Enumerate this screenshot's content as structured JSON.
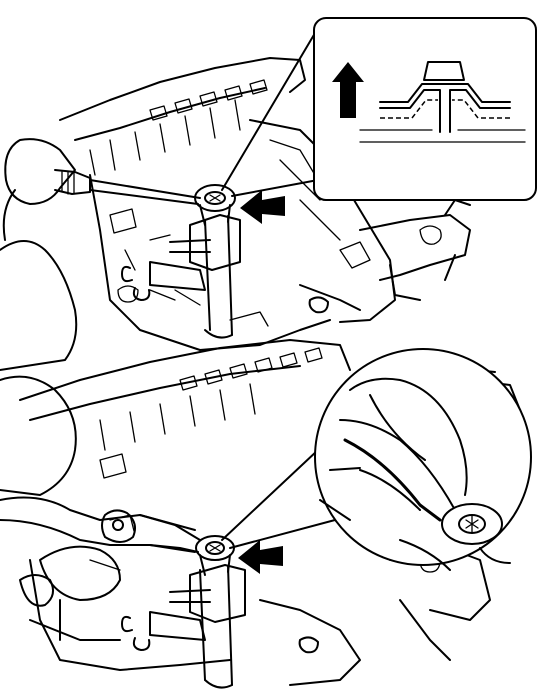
{
  "figure": {
    "panels": [
      {
        "id": "top",
        "callout": "rectangular-detail",
        "arrow_direction": "up"
      },
      {
        "id": "bottom",
        "callout": "circular-detail"
      }
    ],
    "colors": {
      "ink": "#000000",
      "paper": "#ffffff"
    },
    "icons": [
      "screwdriver-icon",
      "pliers-icon",
      "pointer-arrow-icon",
      "up-arrow-icon",
      "clip-icon"
    ]
  }
}
